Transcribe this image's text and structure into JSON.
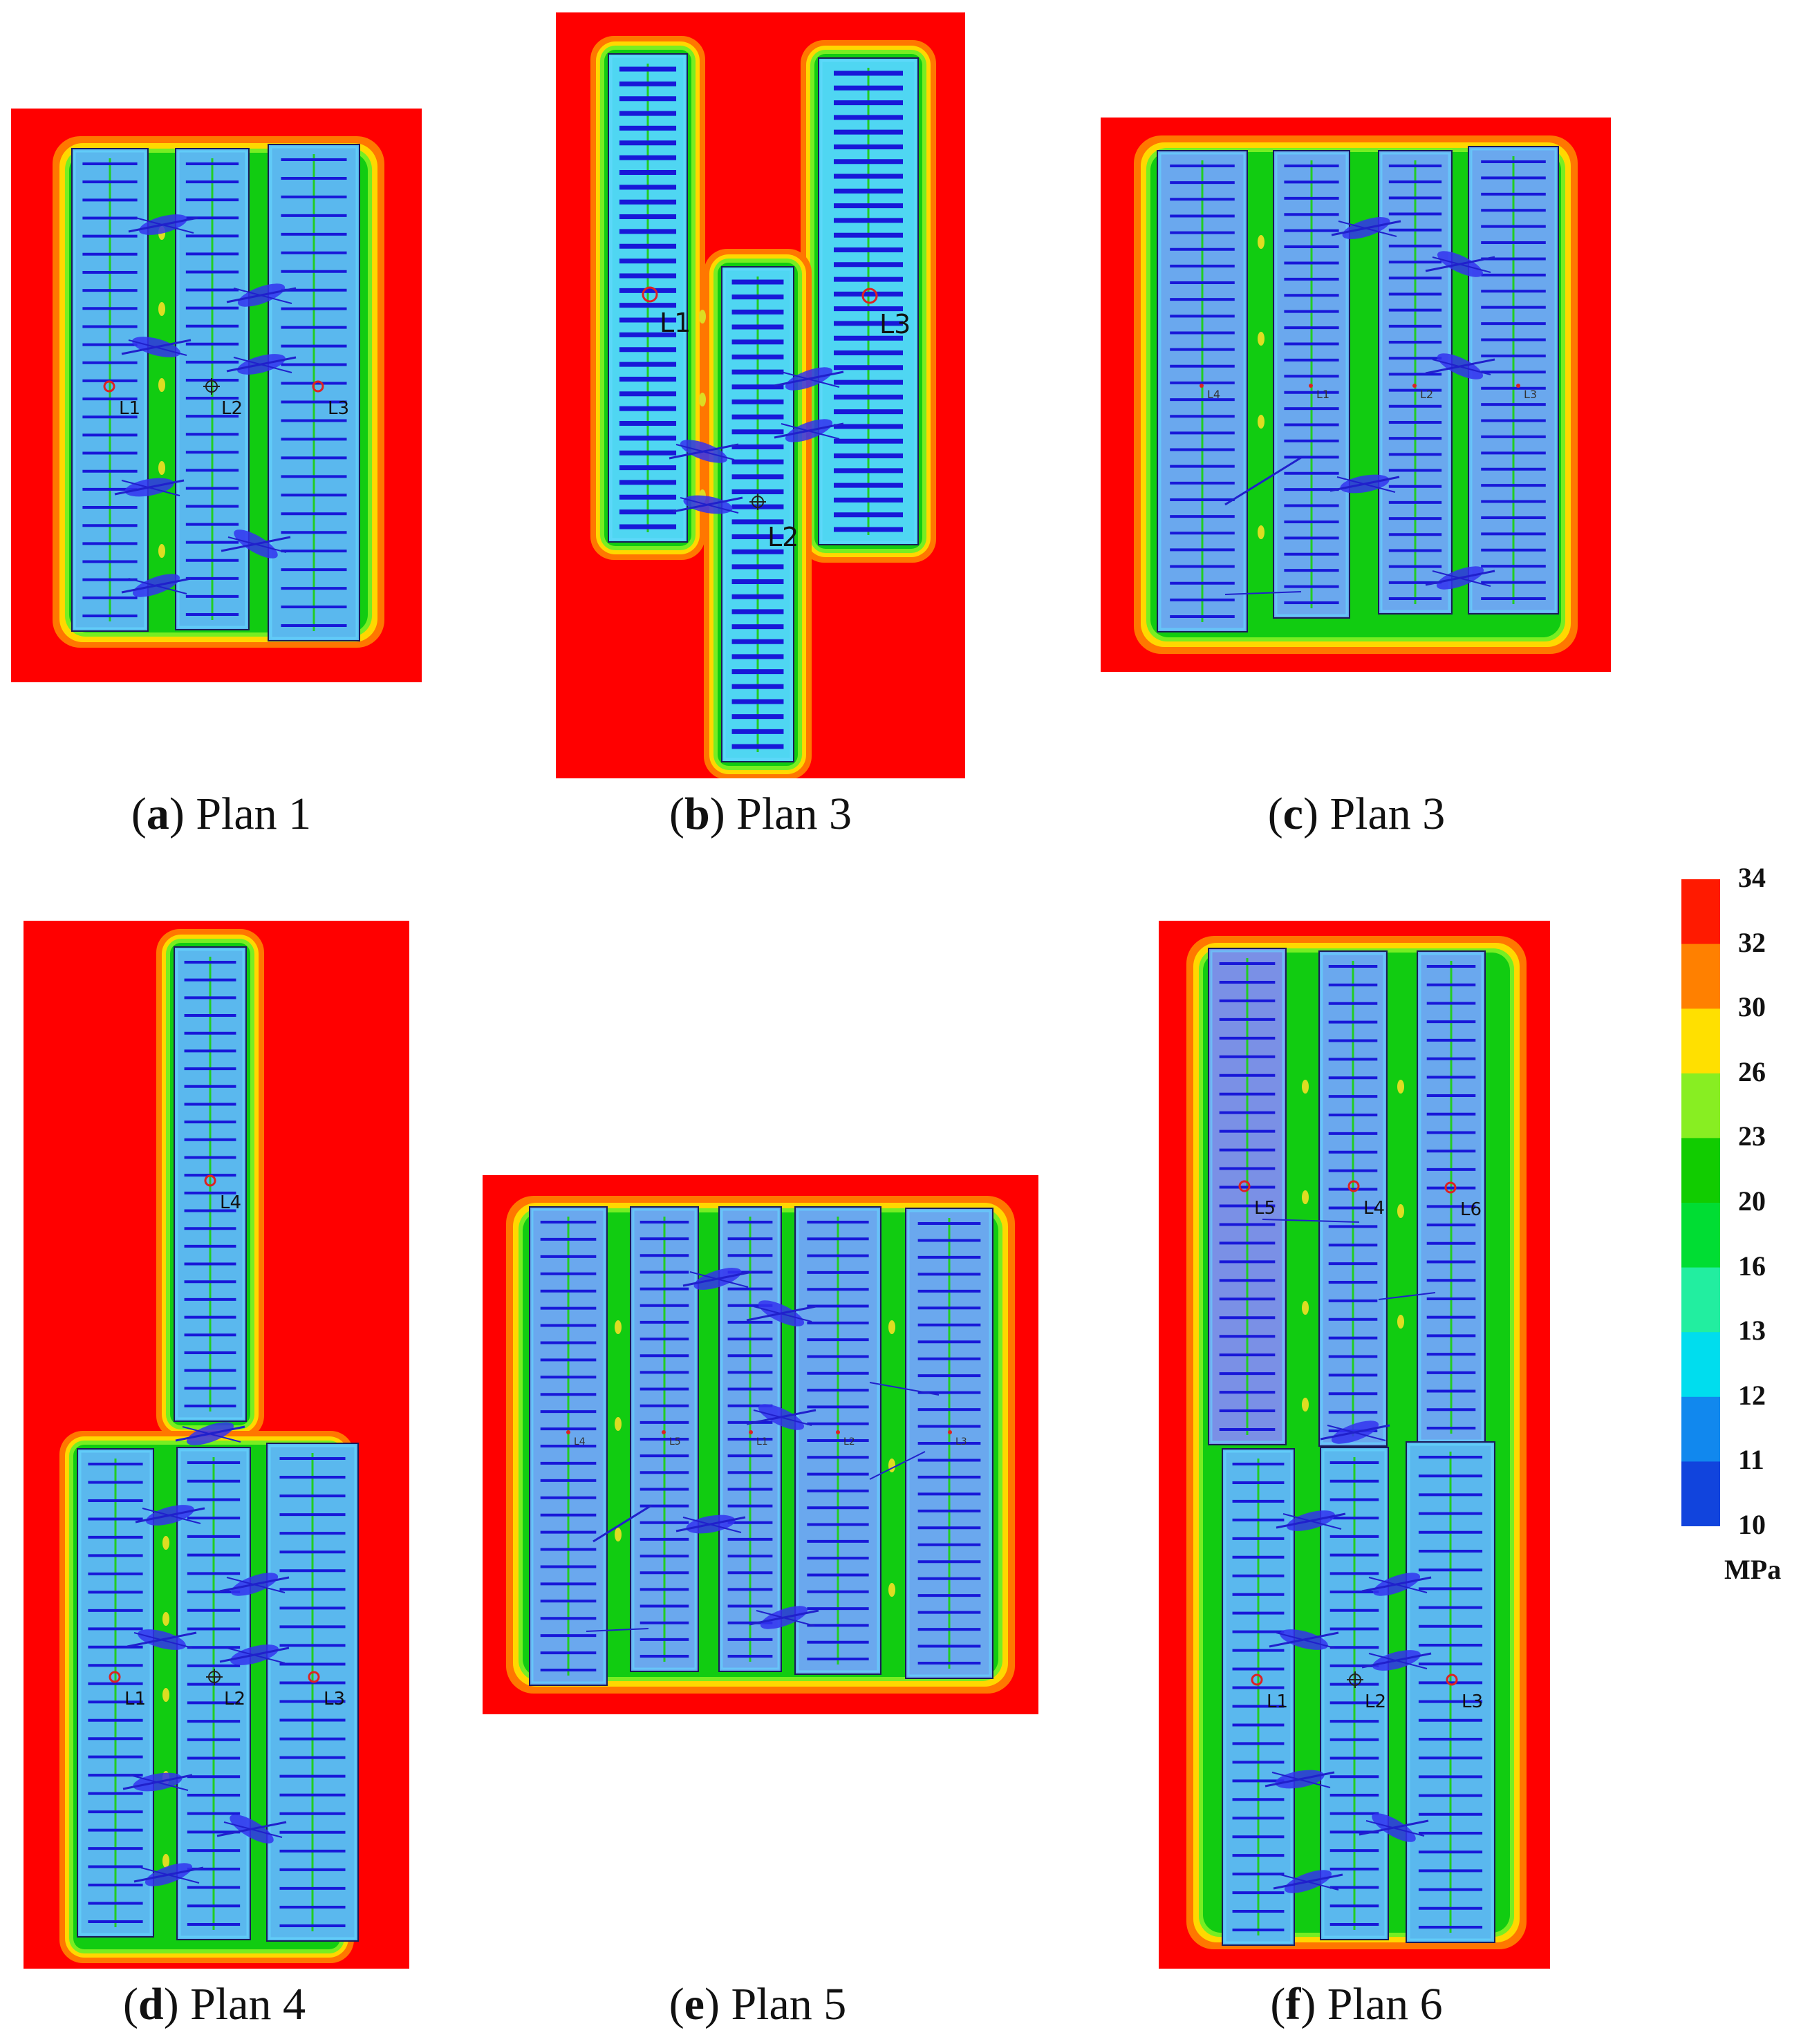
{
  "figure": {
    "panels": [
      {
        "letter": "a",
        "title": "Plan 1",
        "wells": [
          "L1",
          "L2",
          "L3"
        ]
      },
      {
        "letter": "b",
        "title": "Plan 3",
        "wells": [
          "L1",
          "L2",
          "L3"
        ]
      },
      {
        "letter": "c",
        "title": "Plan 3",
        "wells": [
          "L4",
          "L1",
          "L2",
          "L3"
        ]
      },
      {
        "letter": "d",
        "title": "Plan 4",
        "wells": [
          "L4",
          "L1",
          "L2",
          "L3"
        ]
      },
      {
        "letter": "e",
        "title": "Plan 5",
        "wells": [
          "L4",
          "L5",
          "L1",
          "L2",
          "L3"
        ]
      },
      {
        "letter": "f",
        "title": "Plan 6",
        "wells": [
          "L5",
          "L4",
          "L6",
          "L1",
          "L2",
          "L3"
        ]
      }
    ]
  },
  "legend": {
    "unit": "MPa",
    "ticks": [
      "34",
      "32",
      "30",
      "26",
      "23",
      "20",
      "16",
      "13",
      "12",
      "11",
      "10"
    ],
    "colors": [
      "#ff1a00",
      "#ff8000",
      "#ffe000",
      "#88ee22",
      "#11cc00",
      "#00dd33",
      "#22eea0",
      "#00ddee",
      "#1188ee",
      "#1144dd",
      "#0000ee"
    ]
  },
  "colors": {
    "high_stress": "#ff0000",
    "panel_fill": "#5ab8ee",
    "panel_edge": "#22dd22",
    "fracture": "#1818d8",
    "wellbore": "#22cc22"
  }
}
